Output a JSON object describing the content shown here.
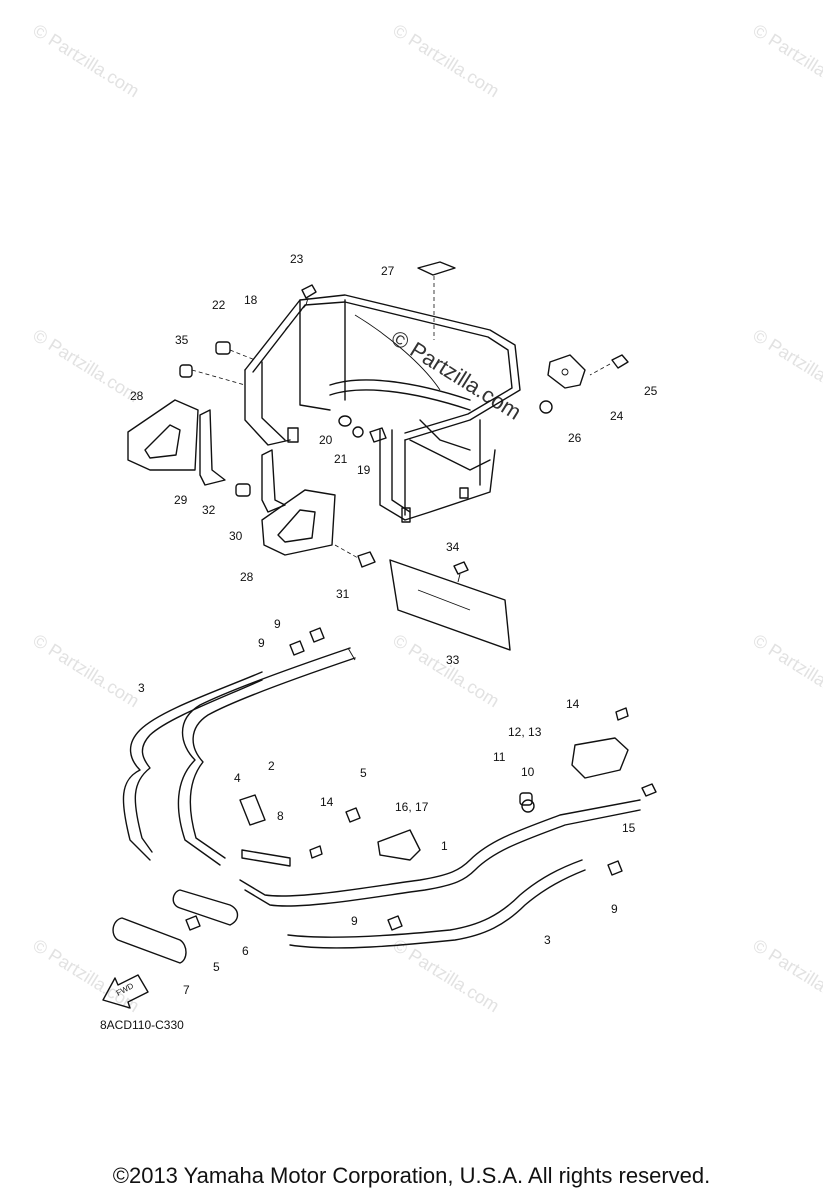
{
  "watermark": "© Partzilla.com",
  "diagram_code": "8ACD110-C330",
  "fwd_label": "FWD",
  "copyright": "©2013 Yamaha Motor Corporation, U.S.A. All rights reserved.",
  "callouts": {
    "c1": "1",
    "c2": "2",
    "c3a": "3",
    "c3b": "3",
    "c4": "4",
    "c5a": "5",
    "c5b": "5",
    "c6": "6",
    "c7": "7",
    "c8": "8",
    "c9a": "9",
    "c9b": "9",
    "c9c": "9",
    "c9d": "9",
    "c10": "10",
    "c11": "11",
    "c12_13": "12, 13",
    "c14a": "14",
    "c14b": "14",
    "c15": "15",
    "c16_17": "16, 17",
    "c18": "18",
    "c19": "19",
    "c20": "20",
    "c21": "21",
    "c22": "22",
    "c23": "23",
    "c24": "24",
    "c25": "25",
    "c26": "26",
    "c27": "27",
    "c28a": "28",
    "c28b": "28",
    "c29": "29",
    "c30": "30",
    "c31": "31",
    "c32": "32",
    "c33": "33",
    "c34": "34",
    "c35": "35"
  }
}
